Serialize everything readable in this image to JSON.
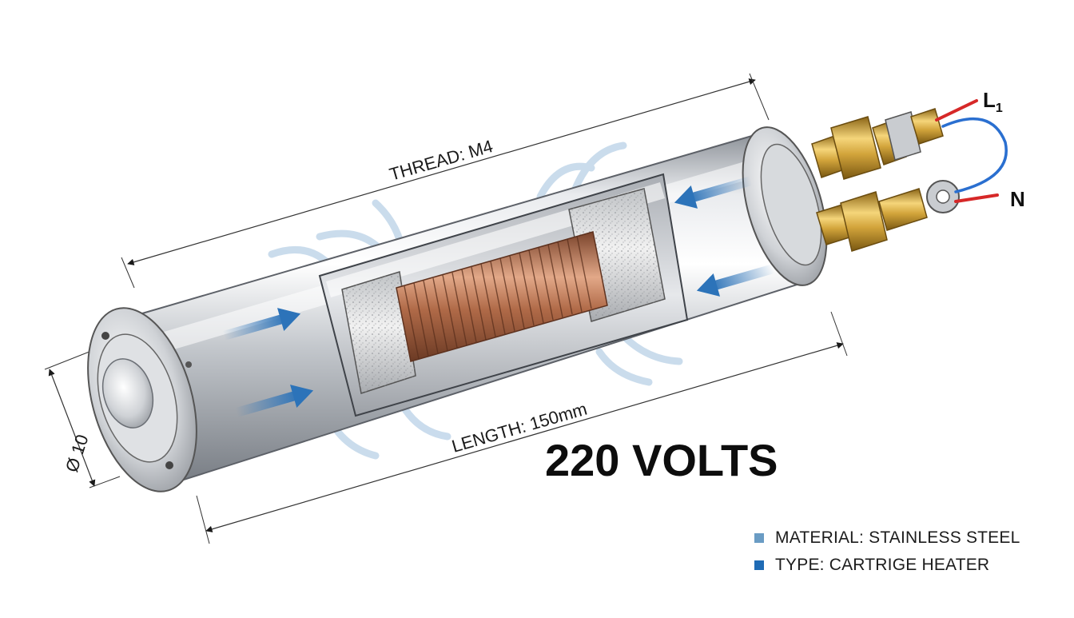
{
  "labels": {
    "thread": "THREAD: M4",
    "length": "LENGTH: 150mm",
    "diameter": "Ø 10",
    "voltage": "220 VOLTS",
    "terminal_l1": "L",
    "terminal_l1_sub": "1",
    "terminal_n": "N"
  },
  "legend": [
    {
      "text": "MATERIAL: STAINLESS STEEL",
      "color": "#6a9cc4"
    },
    {
      "text": "TYPE: CARTRIGE HEATER",
      "color": "#1f6bb5"
    }
  ],
  "colors": {
    "airflow_arrow": "#2c73b9",
    "coil": "#b06a48",
    "brass": "#d2a43b",
    "wire_red": "#d62828",
    "wire_blue": "#2a6fd0",
    "steel": "#b8bcc2"
  }
}
